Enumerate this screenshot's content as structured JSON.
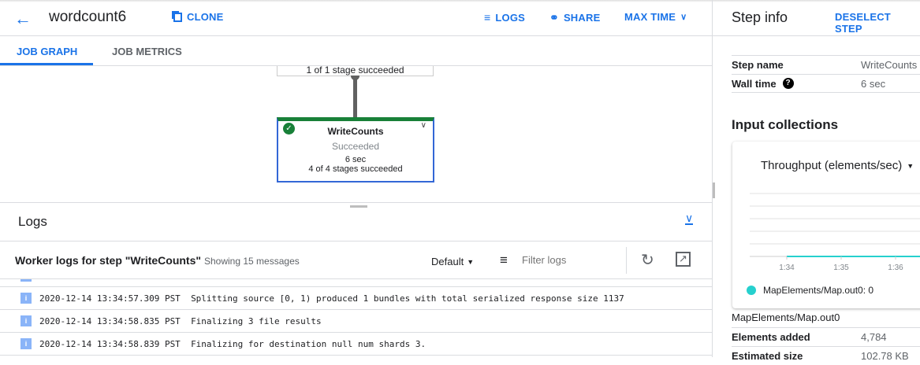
{
  "header": {
    "title": "wordcount6",
    "clone": "CLONE",
    "logs": "LOGS",
    "share": "SHARE",
    "max_time": "MAX TIME"
  },
  "tabs": [
    {
      "label": "JOB GRAPH",
      "active": true
    },
    {
      "label": "JOB METRICS",
      "active": false
    }
  ],
  "graph": {
    "prev_node_status": "1 of 1 stage succeeded",
    "node": {
      "name": "WriteCounts",
      "status": "Succeeded",
      "time": "6 sec",
      "stages": "4 of 4 stages succeeded"
    }
  },
  "logs": {
    "title": "Logs",
    "worker_title": "Worker logs for step \"WriteCounts\"",
    "count": "Showing 15 messages",
    "severity": "Default",
    "filter_placeholder": "Filter logs",
    "rows": [
      {
        "ts": "2020-12-14 13:34:57.309 PST",
        "msg": "Splitting source [0, 1) produced 1 bundles with total serialized response size 1137"
      },
      {
        "ts": "2020-12-14 13:34:58.835 PST",
        "msg": "Finalizing 3 file results"
      },
      {
        "ts": "2020-12-14 13:34:58.839 PST",
        "msg": "Finalizing for destination null num shards 3."
      }
    ]
  },
  "step_info": {
    "title": "Step info",
    "deselect": "DESELECT STEP",
    "rows": [
      {
        "k": "Step name",
        "v": "WriteCounts"
      },
      {
        "k": "Wall time",
        "v": "6 sec"
      }
    ],
    "input_title": "Input collections",
    "chart_data": {
      "type": "line",
      "title": "Throughput (elements/sec)",
      "x_ticks": [
        "1:34",
        "1:35",
        "1:36"
      ],
      "series": [
        {
          "name": "MapElements/Map.out0",
          "values": [
            0,
            0,
            0
          ],
          "color": "#26d0ce"
        }
      ],
      "legend": "MapElements/Map.out0: 0",
      "legend_placement": "bottom",
      "grid": true
    },
    "collection_name": "MapElements/Map.out0",
    "collection_rows": [
      {
        "k": "Elements added",
        "v": "4,784"
      },
      {
        "k": "Estimated size",
        "v": "102.78 KB"
      }
    ]
  },
  "colors": {
    "accent": "#1a73e8",
    "success": "#188038"
  }
}
